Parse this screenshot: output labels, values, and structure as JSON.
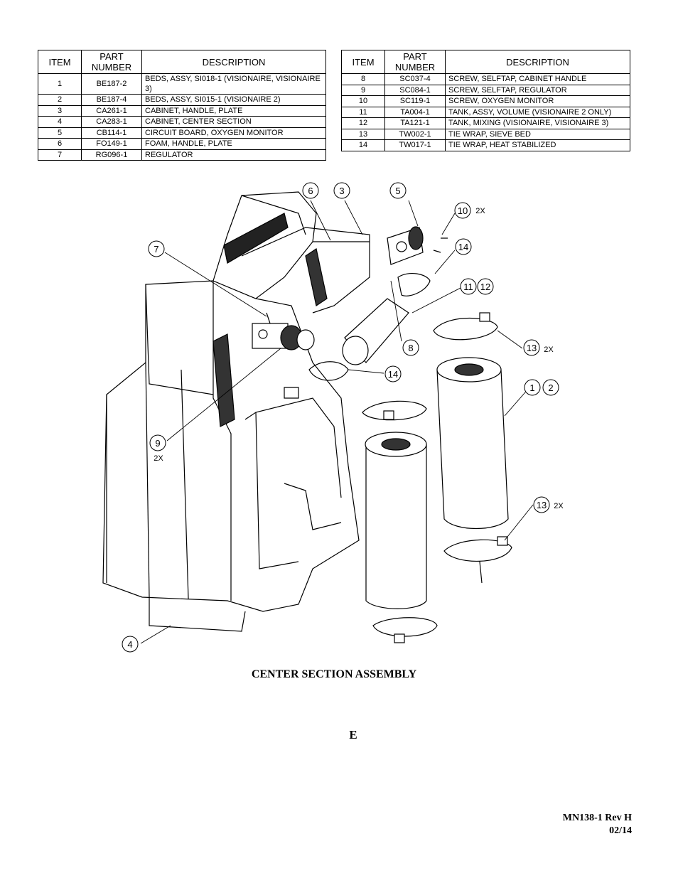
{
  "table_headers": {
    "item": "ITEM",
    "part_number": "PART NUMBER",
    "description": "DESCRIPTION"
  },
  "parts_left": [
    {
      "item": "1",
      "part": "BE187-2",
      "desc": "BEDS, ASSY, SI018-1 (VISIONAIRE, VISIONAIRE 3)"
    },
    {
      "item": "2",
      "part": "BE187-4",
      "desc": "BEDS, ASSY, SI015-1 (VISIONAIRE 2)"
    },
    {
      "item": "3",
      "part": "CA261-1",
      "desc": "CABINET, HANDLE, PLATE"
    },
    {
      "item": "4",
      "part": "CA283-1",
      "desc": "CABINET, CENTER SECTION"
    },
    {
      "item": "5",
      "part": "CB114-1",
      "desc": "CIRCUIT BOARD, OXYGEN MONITOR"
    },
    {
      "item": "6",
      "part": "FO149-1",
      "desc": "FOAM, HANDLE, PLATE"
    },
    {
      "item": "7",
      "part": "RG096-1",
      "desc": "REGULATOR"
    }
  ],
  "parts_right": [
    {
      "item": "8",
      "part": "SC037-4",
      "desc": "SCREW, SELFTAP, CABINET HANDLE"
    },
    {
      "item": "9",
      "part": "SC084-1",
      "desc": "SCREW, SELFTAP, REGULATOR"
    },
    {
      "item": "10",
      "part": "SC119-1",
      "desc": "SCREW, OXYGEN MONITOR"
    },
    {
      "item": "11",
      "part": "TA004-1",
      "desc": "TANK, ASSY, VOLUME (VISIONAIRE 2 ONLY)"
    },
    {
      "item": "12",
      "part": "TA121-1",
      "desc": "TANK, MIXING (VISIONAIRE, VISIONAIRE 3)"
    },
    {
      "item": "13",
      "part": "TW002-1",
      "desc": "TIE WRAP, SIEVE BED"
    },
    {
      "item": "14",
      "part": "TW017-1",
      "desc": "TIE WRAP, HEAT STABILIZED"
    }
  ],
  "callouts": {
    "c1": "1",
    "c2": "2",
    "c3": "3",
    "c4": "4",
    "c5": "5",
    "c6": "6",
    "c7": "7",
    "c8": "8",
    "c9": "9",
    "c10": "10",
    "c11": "11",
    "c12": "12",
    "c13a": "13",
    "c13b": "13",
    "c14a": "14",
    "c14b": "14",
    "qty2x": "2X"
  },
  "caption": "CENTER SECTION ASSEMBLY",
  "section_letter": "E",
  "footer": {
    "doc": "MN138-1 Rev H",
    "date": "02/14"
  }
}
